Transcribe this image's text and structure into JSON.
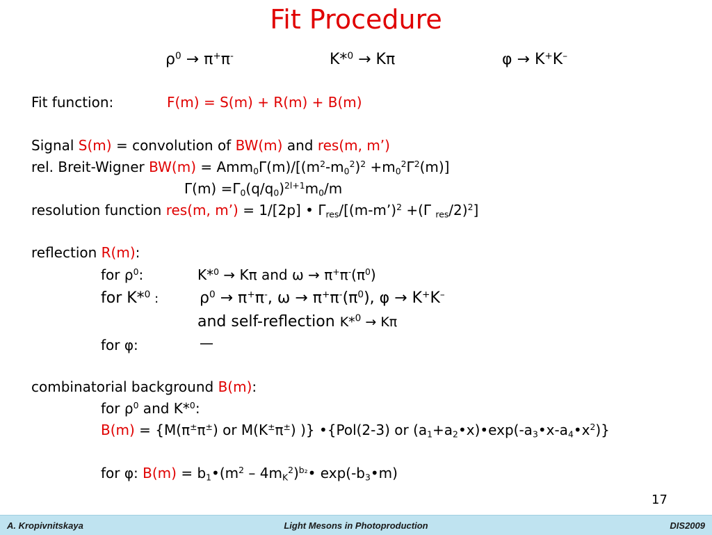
{
  "title": "Fit Procedure",
  "decays": {
    "rho": {
      "p": "ρ",
      "p_sup": "0",
      "arrow": " → ",
      "d1": "π",
      "d1_sup": "+",
      "d2": "π",
      "d2_sup": "-"
    },
    "kstar": {
      "p": "K*",
      "p_sup": "0",
      "arrow": " → ",
      "d": "Kπ"
    },
    "phi": {
      "p": "φ",
      "arrow": " → ",
      "d1": "K",
      "d1_sup": "+",
      "d2": "K",
      "d2_sup": "–"
    }
  },
  "fit": {
    "label": "Fit function:",
    "formula": "F(m) = S(m) + R(m) + B(m)"
  },
  "signal": {
    "pre": "Signal ",
    "S": "S(m)",
    "mid": " = convolution of ",
    "BW": "BW(m)",
    "and": " and ",
    "res": "res(m, m’)"
  },
  "bw": {
    "pre": "rel. Breit-Wigner ",
    "BW": "BW(m)",
    "a": " = Amm",
    "a_sub": "0",
    "b": "Γ(m)/[(m",
    "b_sup": "2",
    "c": "-m",
    "c_sub": "0",
    "c_sup": "2",
    "d": ")",
    "d_sup": "2",
    "e": " +m",
    "e_sub": "0",
    "e_sup": "2",
    "f": "Γ",
    "f_sup": "2",
    "g": "(m)]"
  },
  "gamma": {
    "a": "Γ(m) =Γ",
    "a_sub": "0",
    "b": "(q/q",
    "b_sub": "0",
    "c": ")",
    "c_sup": "2l+1",
    "d": "m",
    "d_sub": "0",
    "e": "/m"
  },
  "resfn": {
    "pre": "resolution function ",
    "res": "res(m, m’)",
    "a": " = 1/[2p] • Γ",
    "a_sub": "res",
    "b": "/[(m-m’)",
    "b_sup": "2",
    "c": " +(Γ ",
    "c_sub": "res",
    "d": "/2)",
    "d_sup": "2",
    "e": "]"
  },
  "reflection": {
    "pre": "reflection ",
    "R": "R(m)",
    "colon": ":"
  },
  "refl_rho": {
    "a": "for ρ",
    "a_sup": "0",
    "b": ":",
    "c": "K*",
    "c_sup": "0",
    "d": " → Kπ  and ω → π",
    "d_sup": "+",
    "e": "π",
    "e_sup": "-",
    "f": "(π",
    "f_sup": "0",
    "g": ")"
  },
  "refl_k": {
    "a": "for K*",
    "a_sup": "0",
    "b": " :",
    "c": "ρ",
    "c_sup": "0",
    "d": " → π",
    "d_sup": "+",
    "e": "π",
    "e_sup": "-",
    "f": ", ω → π",
    "f_sup": "+",
    "g": "π",
    "g_sup": "-",
    "h": "(π",
    "h_sup": "0",
    "i": "), φ → K",
    "i_sup": "+",
    "j": "K",
    "j_sup": "–"
  },
  "selfrefl": {
    "a": "and self-reflection ",
    "b": "K*",
    "b_sup": "0",
    "c": " → Kπ"
  },
  "refl_phi": {
    "a": "for φ:",
    "b": "—"
  },
  "comb": {
    "pre": "combinatorial background ",
    "B": "B(m)",
    "colon": ":"
  },
  "comb_for": {
    "a": "for ρ",
    "a_sup": "0",
    "b": " and K*",
    "b_sup": "0",
    "c": ":"
  },
  "comb_formula": {
    "B": "B(m)",
    "a": " = {M(π",
    "a_sup1": "±",
    "a2": "π",
    "a_sup2": "±",
    "b": ") or M(K",
    "b_sup1": "±",
    "b2": "π",
    "b_sup2": "±",
    "c": ") )} •{Pol(2-3) or (a",
    "c_sub": "1",
    "d": "+a",
    "d_sub": "2",
    "e": "•x)•exp(-a",
    "e_sub": "3",
    "f": "•x-a",
    "f_sub": "4",
    "g": "•x",
    "g_sup": "2",
    "h": ")}"
  },
  "phi_bg": {
    "a": "for φ: ",
    "B": "B(m)",
    "b": " = b",
    "b_sub": "1",
    "c": "•(m",
    "c_sup": "2",
    "d": " – 4m",
    "d_sub": "K",
    "d_sup": "2",
    "e": ")",
    "e_sup": "b₂",
    "f": "• exp(-b",
    "f_sub": "3",
    "g": "•m)"
  },
  "page_number": "17",
  "footer": {
    "left": "A. Kropivnitskaya",
    "center": "Light Mesons in Photoproduction",
    "right": "DIS2009"
  },
  "colors": {
    "accent": "#e00000",
    "footer_bg": "#bfe3f0"
  }
}
